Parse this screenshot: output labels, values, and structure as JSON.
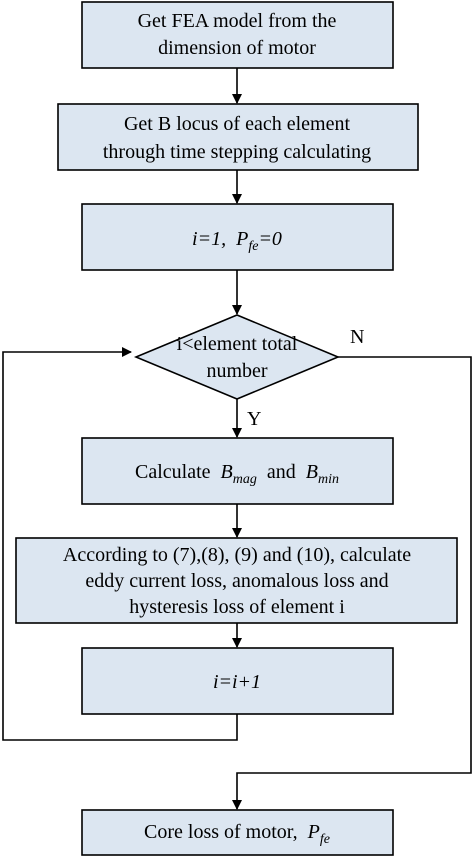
{
  "flowchart": {
    "nodes": {
      "fea_model": {
        "line1": "Get FEA model from the",
        "line2": "dimension of motor"
      },
      "b_locus": {
        "line1": "Get B locus of each element",
        "line2": "through time stepping calculating"
      },
      "init": {
        "i_assign": "i=1,",
        "p_var": "P",
        "p_sub": "fe",
        "p_assign": "=0"
      },
      "decision": {
        "line1": "i<element total",
        "line2": "number"
      },
      "calc_b": {
        "prefix": "Calculate",
        "b1": "B",
        "b1_sub": "mag",
        "and_text": "and",
        "b2": "B",
        "b2_sub": "min"
      },
      "losses": {
        "line1": "According to (7),(8), (9) and (10), calculate",
        "line2": "eddy current loss, anomalous loss and",
        "line3": "hysteresis loss of element i"
      },
      "increment": {
        "text": "i=i+1"
      },
      "core_loss": {
        "prefix": "Core loss of motor,",
        "p_var": "P",
        "p_sub": "fe"
      }
    },
    "edge_labels": {
      "yes": "Y",
      "no": "N"
    }
  }
}
